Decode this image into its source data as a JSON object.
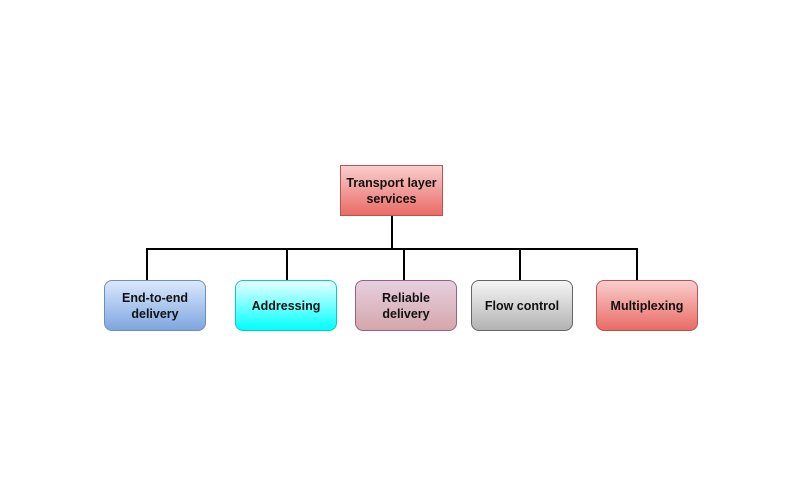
{
  "diagram": {
    "root": {
      "label": "Transport layer\nservices"
    },
    "children": [
      {
        "label": "End-to-end\ndelivery"
      },
      {
        "label": "Addressing"
      },
      {
        "label": "Reliable\ndelivery"
      },
      {
        "label": "Flow control"
      },
      {
        "label": "Multiplexing"
      }
    ]
  },
  "colors": {
    "connector": "#000000",
    "root_fill": [
      "#f8cecc",
      "#ea6b66"
    ],
    "end_to_end_fill": [
      "#dae8fc",
      "#7ea6e0"
    ],
    "addressing_fill": [
      "#e8ffff",
      "#00ffff"
    ],
    "reliable_fill": [
      "#e6d0de",
      "#d5a6ad"
    ],
    "flow_control_fill": [
      "#f5f5f5",
      "#b3b3b3"
    ],
    "multiplexing_fill": [
      "#f8cecc",
      "#ea6b66"
    ]
  }
}
